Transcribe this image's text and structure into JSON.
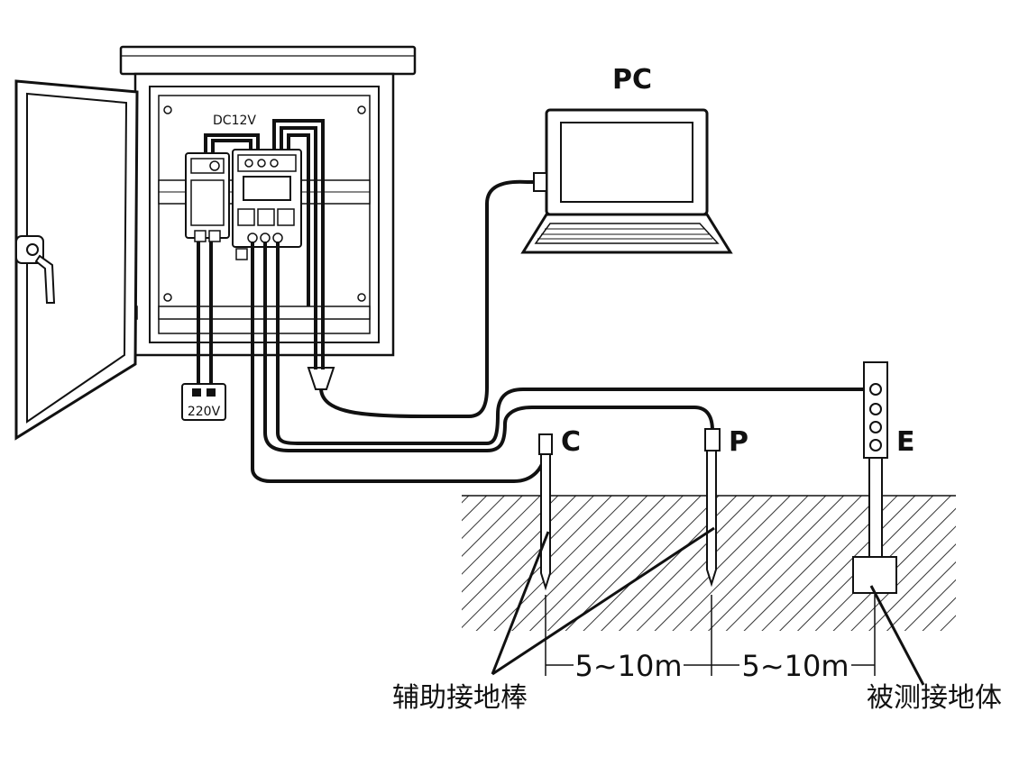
{
  "labels": {
    "pc": "PC",
    "dc": "DC12V",
    "ac": "220V",
    "c": "C",
    "p": "P",
    "e": "E",
    "dist1": "5~10m",
    "dist2": "5~10m",
    "aux_rods": "辅助接地棒",
    "measured": "被测接地体"
  },
  "colors": {
    "line": "#111111",
    "fill": "#ffffff",
    "hatch": "#333333"
  }
}
